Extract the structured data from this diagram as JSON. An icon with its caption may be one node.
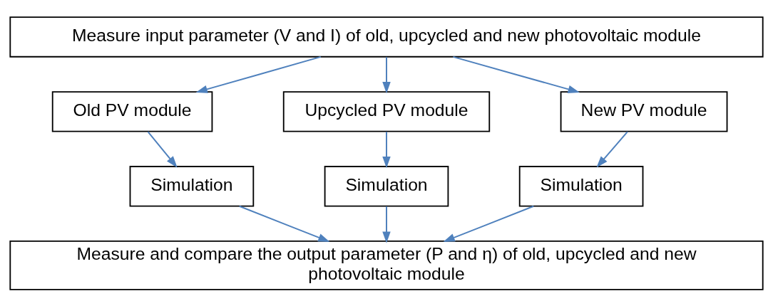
{
  "diagram": {
    "nodes": [
      {
        "text": [
          "Measure input parameter (V and I) of old, upcycled and new photovoltaic module"
        ]
      },
      {
        "text": [
          "Old PV module"
        ]
      },
      {
        "text": [
          "Upcycled PV module"
        ]
      },
      {
        "text": [
          "New PV module"
        ]
      },
      {
        "text": [
          "Simulation"
        ]
      },
      {
        "text": [
          "Simulation"
        ]
      },
      {
        "text": [
          "Simulation"
        ]
      },
      {
        "text": [
          "Measure and compare the output parameter (P and η) of old, upcycled and new photovoltaic module"
        ]
      }
    ],
    "edges": [
      {
        "from": 0,
        "to": 1,
        "arrow": "to"
      },
      {
        "from": 0,
        "to": 2,
        "arrow": "to"
      },
      {
        "from": 0,
        "to": 3,
        "arrow": "to"
      },
      {
        "from": 1,
        "to": 4,
        "arrow": "to"
      },
      {
        "from": 2,
        "to": 5,
        "arrow": "to"
      },
      {
        "from": 3,
        "to": 6,
        "arrow": "to"
      },
      {
        "from": 4,
        "to": 7,
        "arrow": "to"
      },
      {
        "from": 5,
        "to": 7,
        "arrow": "to"
      },
      {
        "from": 6,
        "to": 7,
        "arrow": "to"
      }
    ]
  }
}
